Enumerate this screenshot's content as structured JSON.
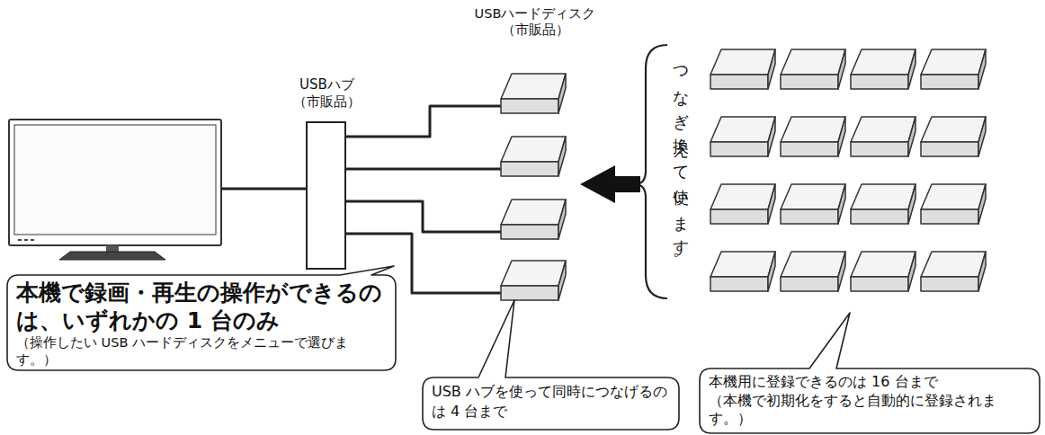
{
  "diagram": {
    "nodes": [
      {
        "text": [
          "USBハブ （市販品）"
        ]
      },
      {
        "text": [
          "本機で録画・再生の操作ができるのは、いずれかの 1 台のみ",
          "（操作したい USB ハードディスクをメニューで選びます。）"
        ]
      },
      {
        "text": [
          "USB ハブを使って同時につなげるのは 4 台まで"
        ]
      },
      {
        "text": [
          "本機用に登録できるのは 16 台まで",
          "（本機で初期化をすると自動的に登録されます。）"
        ]
      }
    ],
    "labels": [
      "USBハードディスク （市販品）",
      "つなぎ換えて使います。"
    ]
  }
}
